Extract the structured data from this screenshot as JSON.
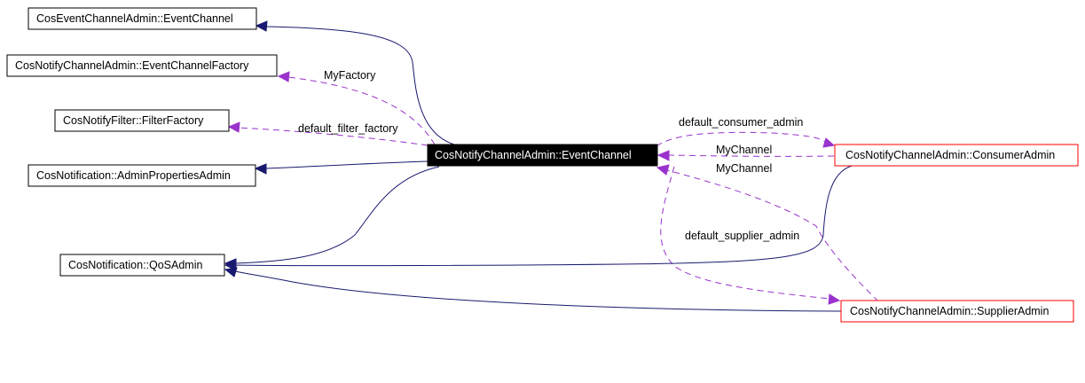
{
  "nodes": {
    "event_channel_base": "CosEventChannelAdmin::EventChannel",
    "channel_factory": "CosNotifyChannelAdmin::EventChannelFactory",
    "filter_factory": "CosNotifyFilter::FilterFactory",
    "admin_properties": "CosNotification::AdminPropertiesAdmin",
    "qos_admin": "CosNotification::QoSAdmin",
    "event_channel": "CosNotifyChannelAdmin::EventChannel",
    "consumer_admin": "CosNotifyChannelAdmin::ConsumerAdmin",
    "supplier_admin": "CosNotifyChannelAdmin::SupplierAdmin"
  },
  "edge_labels": {
    "my_factory": "MyFactory",
    "default_filter_factory": "default_filter_factory",
    "default_consumer_admin": "default_consumer_admin",
    "my_channel_consumer": "MyChannel",
    "my_channel_supplier": "MyChannel",
    "default_supplier_admin": "default_supplier_admin"
  },
  "colors": {
    "inheritance_edge": "#191970",
    "usage_edge": "#9a32cd",
    "highlight_border": "#ff0000",
    "focus_fill": "#000000"
  }
}
